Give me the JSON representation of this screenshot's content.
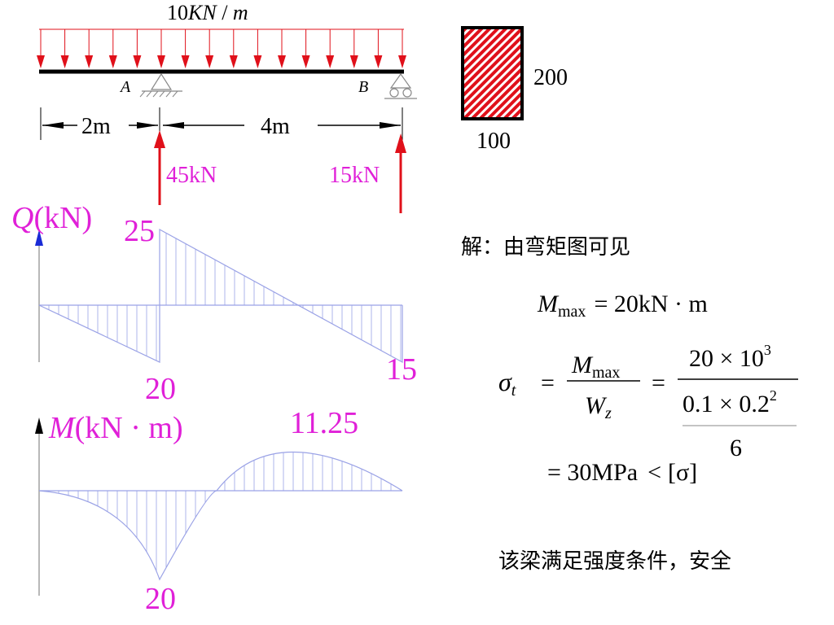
{
  "load": {
    "value": "10",
    "unit_kn": "KN",
    "slash": " / ",
    "unit_m": "m"
  },
  "supports": {
    "a": "A",
    "b": "B"
  },
  "spans": {
    "left": "2m",
    "right": "4m"
  },
  "reactions": {
    "a": "45kN",
    "b": "15kN"
  },
  "section": {
    "height": "200",
    "width": "100",
    "fill_color": "#e0101a"
  },
  "shear": {
    "symbol": "Q",
    "unit": "(kN)",
    "values": {
      "max_pos": "25",
      "max_neg": "20",
      "right_end": "15"
    }
  },
  "moment": {
    "symbol": "M",
    "unit": "(kN · m)",
    "values": {
      "max_pos": "11.25",
      "max_neg": "20"
    }
  },
  "solution": {
    "intro": "解：由弯矩图可见",
    "mmax": {
      "M": "M",
      "sub": "max",
      "rhs": "= 20kN · m"
    },
    "stress": {
      "sigma": "σ",
      "sub_t": "t",
      "eq": "=",
      "frac1_num_M": "M",
      "frac1_num_sub": "max",
      "frac1_den_W": "W",
      "frac1_den_sub": "z",
      "eq2": "=",
      "frac2_num_base": "20 × 10",
      "frac2_num_exp": "3",
      "frac2_den_base": "0.1 × 0.2",
      "frac2_den_exp": "2",
      "frac2_den_extra": "6"
    },
    "result": {
      "lhs": "= 30MPa",
      "lt": "<",
      "rhs": "[σ]"
    },
    "conclusion": "该梁满足强度条件，安全"
  },
  "colors": {
    "beam": "#000000",
    "load_arrow": "#e0101a",
    "reaction_arrow": "#e0101a",
    "label_magenta": "#e020d8",
    "diagram_line": "#9aa2e6",
    "axis_arrow": "#1a2bd6"
  }
}
